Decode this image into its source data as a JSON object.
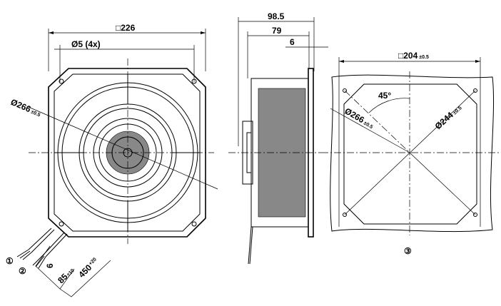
{
  "front_view": {
    "square_size": "□226",
    "hole_label": "Ø5 (4x)",
    "circle_dia": "Ø266",
    "circle_tol": "±0.5"
  },
  "side_view": {
    "overall_depth": "98.5",
    "body_depth": "79",
    "flange": "6"
  },
  "cutout_view": {
    "square_size": "□204",
    "square_tol": "±0.5",
    "angle": "45°",
    "circle_dia": "Ø266",
    "circle_tol": "±0.5",
    "inner_dia": "Ø244",
    "inner_tol": "±0.5",
    "marker": "③"
  },
  "cable": {
    "marker_1": "①",
    "marker_2": "②",
    "strip_length": "6",
    "split_length": "85",
    "split_tol": "±10",
    "cable_length": "450",
    "cable_tol": "+20"
  }
}
